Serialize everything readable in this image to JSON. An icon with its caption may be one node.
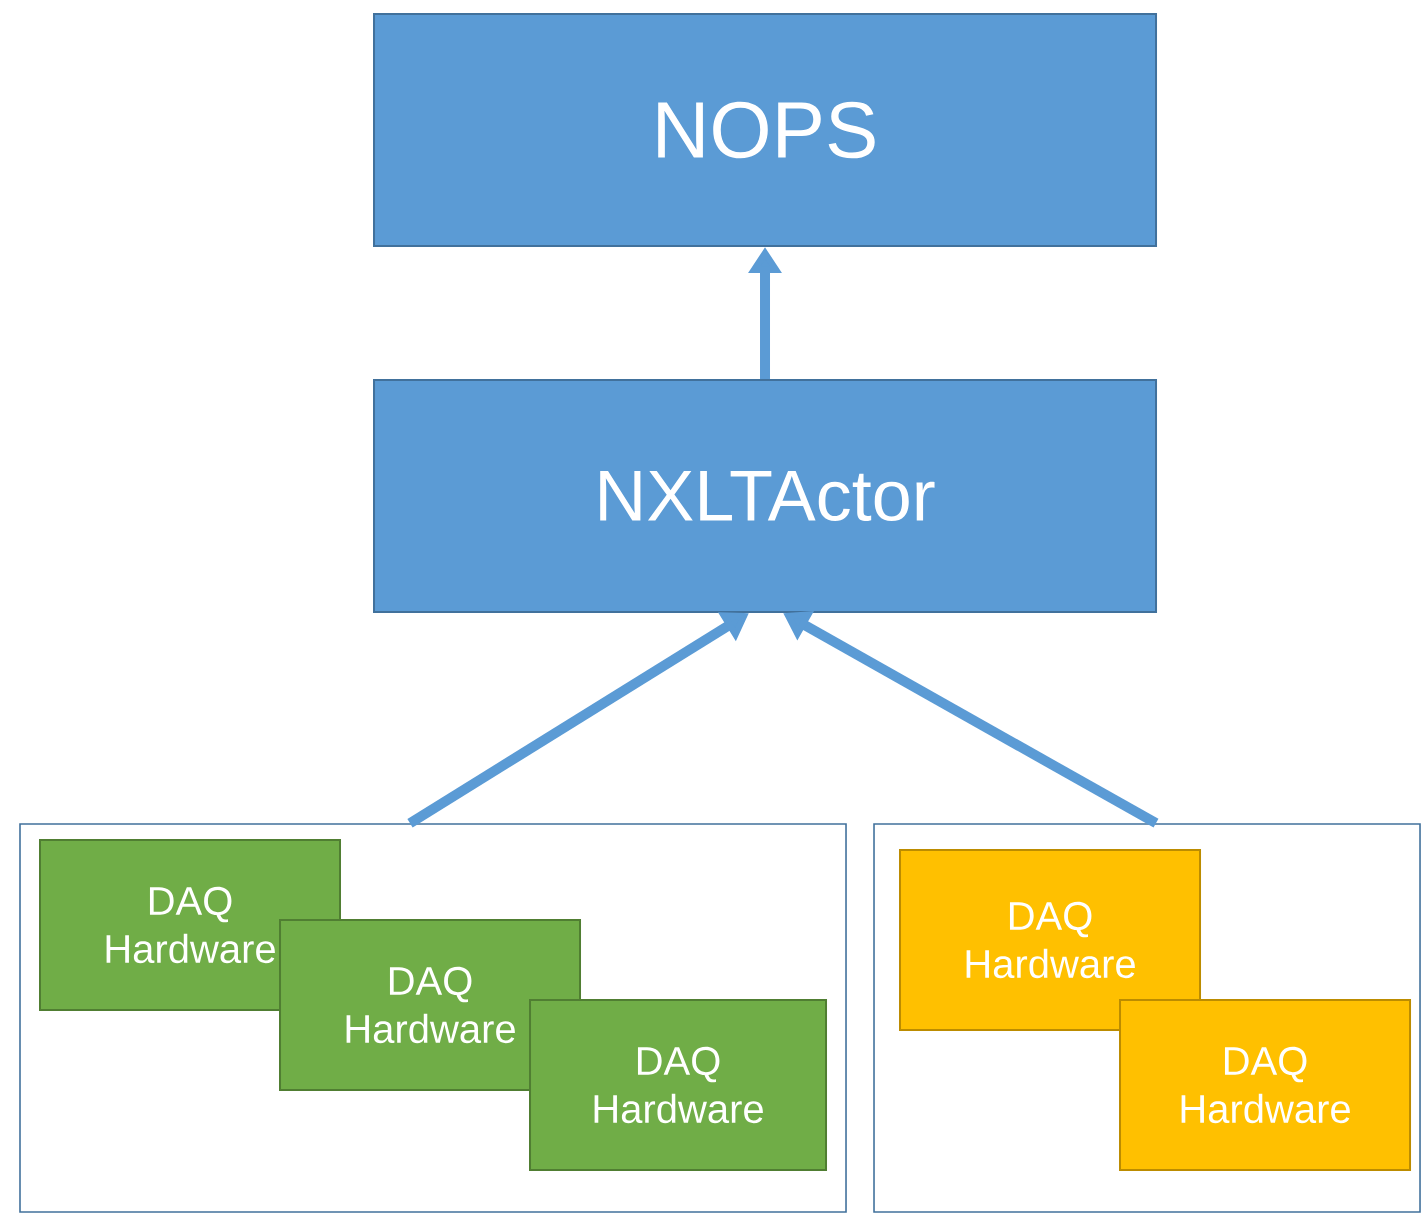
{
  "diagram": {
    "nodes": [
      {
        "text": [
          "NOPS"
        ]
      },
      {
        "text": [
          "NXLTActor"
        ]
      },
      {
        "text": [],
        "shape": "box"
      },
      {
        "text": [],
        "shape": "box"
      },
      {
        "text": [
          "DAQ Hardware"
        ],
        "in": 2
      },
      {
        "text": [
          "DAQ Hardware"
        ],
        "in": 2
      },
      {
        "text": [
          "DAQ Hardware"
        ],
        "in": 2
      },
      {
        "text": [
          "DAQ Hardware"
        ],
        "in": 3
      },
      {
        "text": [
          "DAQ Hardware"
        ],
        "in": 3
      }
    ],
    "edges": [
      {
        "from": 1,
        "to": 0,
        "arrow": "to"
      },
      {
        "from": 2,
        "to": 1,
        "arrow": "to"
      },
      {
        "from": 3,
        "to": 1,
        "arrow": "to"
      }
    ]
  }
}
